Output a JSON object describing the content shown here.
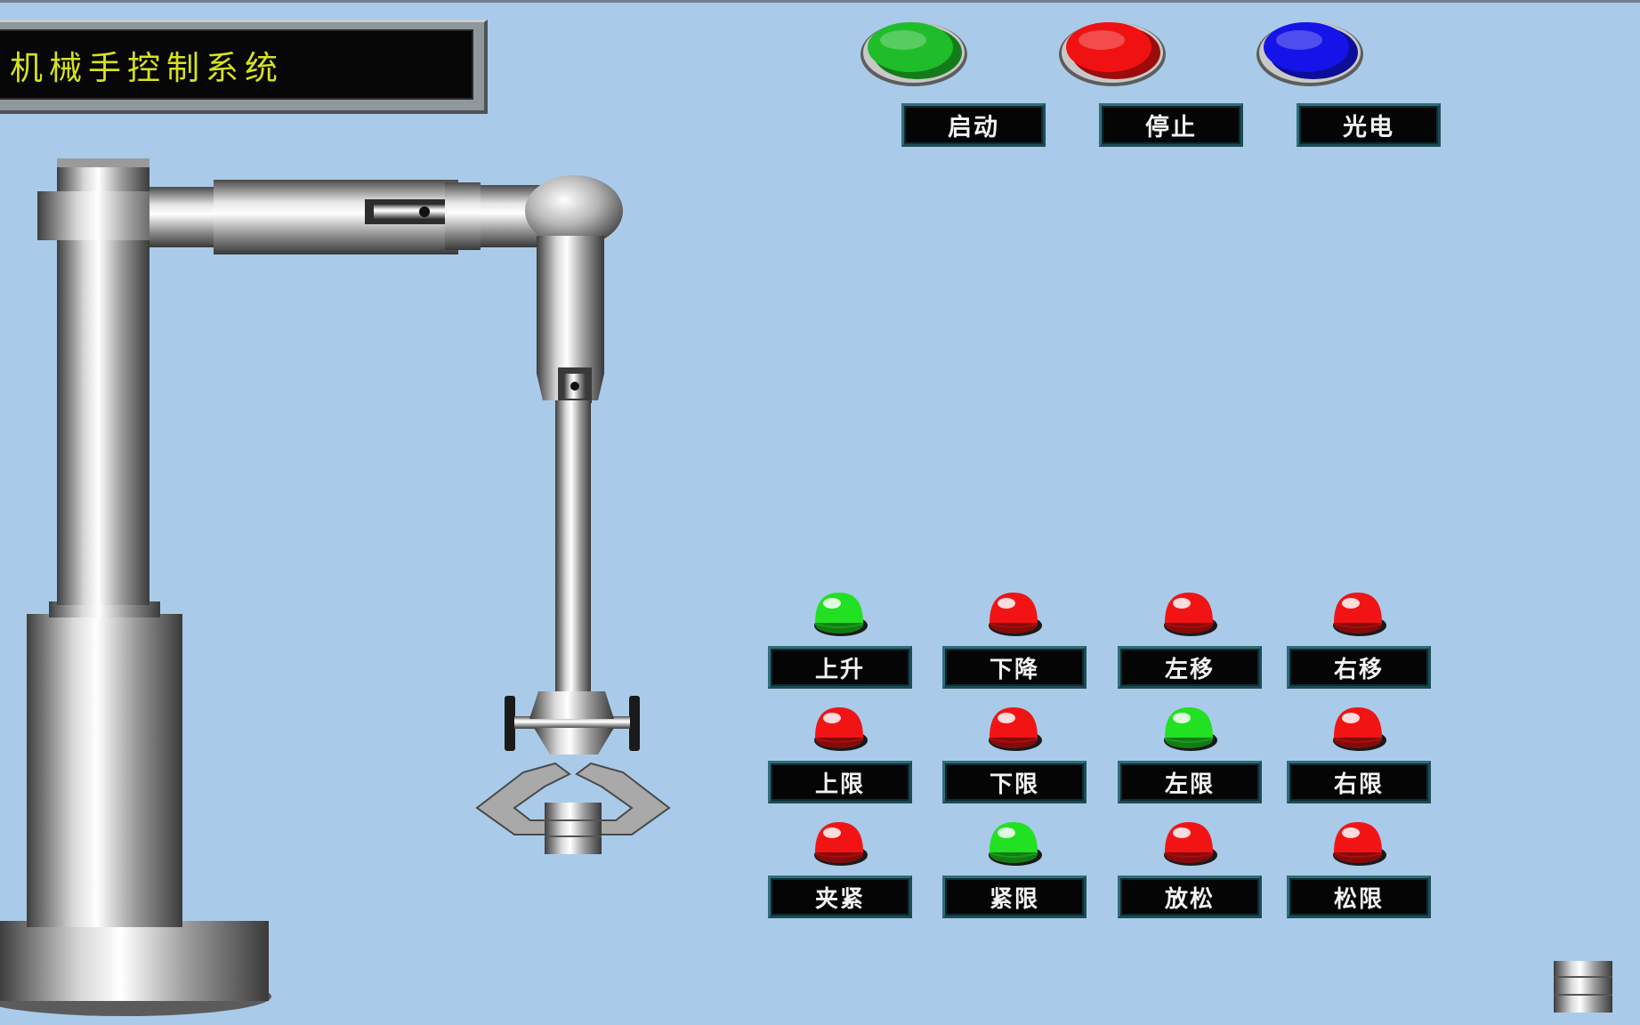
{
  "title": "机械手控制系统",
  "control_buttons": [
    {
      "label": "启动",
      "color": "#1fbd2a",
      "icon": "green-pushbutton-icon"
    },
    {
      "label": "停止",
      "color": "#f01212",
      "icon": "red-pushbutton-icon"
    },
    {
      "label": "光电",
      "color": "#1414e8",
      "icon": "blue-pushbutton-icon"
    }
  ],
  "indicators": [
    {
      "label": "上升",
      "state": "on"
    },
    {
      "label": "下降",
      "state": "off"
    },
    {
      "label": "左移",
      "state": "off"
    },
    {
      "label": "右移",
      "state": "off"
    },
    {
      "label": "上限",
      "state": "off"
    },
    {
      "label": "下限",
      "state": "off"
    },
    {
      "label": "左限",
      "state": "on"
    },
    {
      "label": "右限",
      "state": "off"
    },
    {
      "label": "夹紧",
      "state": "off"
    },
    {
      "label": "紧限",
      "state": "on"
    },
    {
      "label": "放松",
      "state": "off"
    },
    {
      "label": "松限",
      "state": "off"
    }
  ],
  "colors": {
    "background": "#a9cbe9",
    "indicator_on": "#22e022",
    "indicator_off": "#f21414",
    "title_text": "#d6e21e",
    "label_border": "#2f6d78"
  }
}
